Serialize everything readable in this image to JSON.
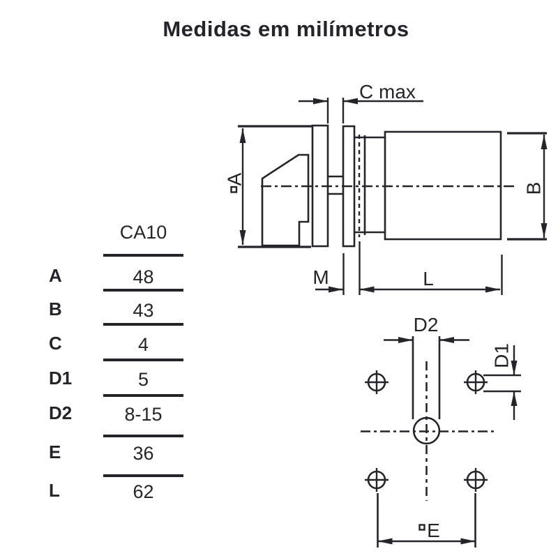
{
  "title": "Medidas em milímetros",
  "colors": {
    "ink": "#26242b",
    "background": "#ffffff"
  },
  "table": {
    "column_header": "CA10",
    "rows": [
      {
        "param": "A",
        "value": "48"
      },
      {
        "param": "B",
        "value": "43"
      },
      {
        "param": "C",
        "value": "4"
      },
      {
        "param": "D1",
        "value": "5"
      },
      {
        "param": "D2",
        "value": "8-15"
      },
      {
        "param": "E",
        "value": "36"
      },
      {
        "param": "L",
        "value": "62"
      }
    ]
  },
  "side_view": {
    "dimension_labels": {
      "c_max": "C max",
      "a": "A",
      "b": "B",
      "m": "M",
      "l": "L"
    },
    "symbols": {
      "a_prefix": "square-section-symbol"
    }
  },
  "front_view": {
    "dimension_labels": {
      "d2": "D2",
      "d1": "D1",
      "e": "E"
    },
    "symbols": {
      "e_prefix": "square-section-symbol"
    }
  }
}
